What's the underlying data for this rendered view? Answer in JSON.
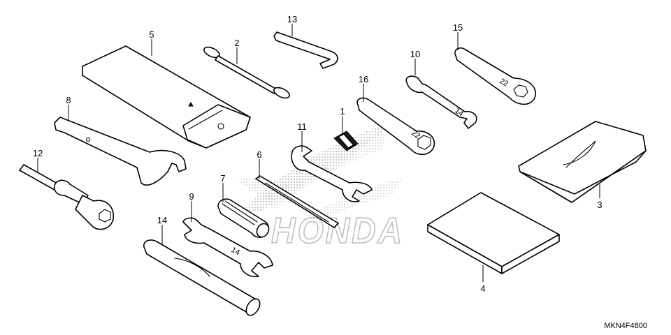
{
  "diagram": {
    "watermark_logo": "HONDA",
    "catalog_code": "MKN4F4800",
    "callouts": {
      "p1": "1",
      "p2": "2",
      "p3": "3",
      "p4": "4",
      "p5": "5",
      "p6": "6",
      "p7": "7",
      "p8": "8",
      "p9": "9",
      "p10": "10",
      "p11": "11",
      "p12": "12",
      "p13": "13",
      "p14": "14",
      "p15": "15",
      "p16": "16"
    }
  }
}
